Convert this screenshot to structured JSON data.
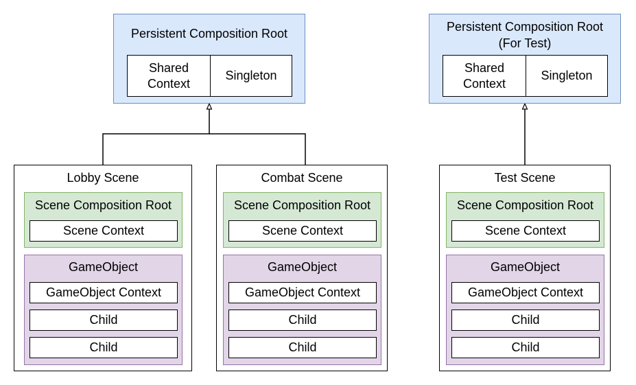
{
  "persistent_root": {
    "title": "Persistent Composition Root",
    "shared_context": "Shared\nContext",
    "singleton": "Singleton"
  },
  "persistent_root_test": {
    "title": "Persistent Composition Root\n(For Test)",
    "shared_context": "Shared\nContext",
    "singleton": "Singleton"
  },
  "scenes": [
    {
      "title": "Lobby Scene",
      "composition_root": "Scene Composition Root",
      "scene_context": "Scene Context",
      "gameobject": "GameObject",
      "gameobject_context": "GameObject Context",
      "children": [
        "Child",
        "Child"
      ]
    },
    {
      "title": "Combat Scene",
      "composition_root": "Scene Composition Root",
      "scene_context": "Scene Context",
      "gameobject": "GameObject",
      "gameobject_context": "GameObject Context",
      "children": [
        "Child",
        "Child"
      ]
    },
    {
      "title": "Test Scene",
      "composition_root": "Scene Composition Root",
      "scene_context": "Scene Context",
      "gameobject": "GameObject",
      "gameobject_context": "GameObject Context",
      "children": [
        "Child",
        "Child"
      ]
    }
  ],
  "colors": {
    "persistent_fill": "#dae8fc",
    "persistent_stroke": "#6c8ebf",
    "scene_root_fill": "#d5e8d4",
    "scene_root_stroke": "#82b366",
    "gameobject_fill": "#e1d5e7",
    "gameobject_stroke": "#9673a6"
  }
}
